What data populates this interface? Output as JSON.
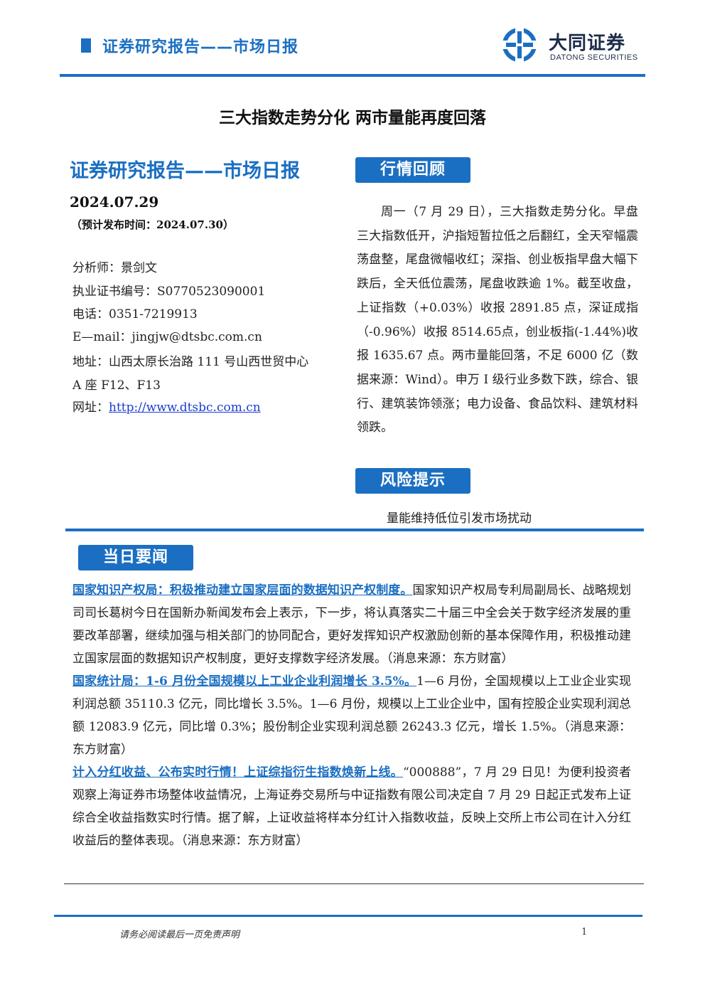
{
  "header": {
    "title": "证券研究报告——市场日报",
    "logo_cn": "大同证券",
    "logo_en": "DATONG SECURITIES",
    "brand_color": "#1b6fc2"
  },
  "main_title": "三大指数走势分化 两市量能再度回落",
  "left": {
    "title": "证券研究报告——市场日报",
    "date": "2024.07.29",
    "publish_time": "（预计发布时间：2024.07.30）",
    "analyst": "分析师：景剑文",
    "license": "执业证书编号：S0770523090001",
    "phone": "电话：0351-7219913",
    "email": "E—mail：jingjw@dtsbc.com.cn",
    "address_line1": "地址：山西太原长治路 111 号山西世贸中心",
    "address_line2": "A 座 F12、F13",
    "website_label": "网址：",
    "website_url": "http://www.dtsbc.com.cn"
  },
  "market_review": {
    "tag": "行情回顾",
    "text": "周一（7 月 29 日），三大指数走势分化。早盘三大指数低开，沪指短暂拉低之后翻红，全天窄幅震荡盘整，尾盘微幅收红；深指、创业板指早盘大幅下跌后，全天低位震荡，尾盘收跌逾 1%。截至收盘，上证指数（+0.03%）收报 2891.85 点，深证成指（-0.96%）收报 8514.65点，创业板指(-1.44%)收报 1635.67 点。两市量能回落，不足 6000 亿（数据来源：Wind）。申万 I 级行业多数下跌，综合、银行、建筑装饰领涨；电力设备、食品饮料、建筑材料领跌。"
  },
  "risk": {
    "tag": "风险提示",
    "text": "量能维持低位引发市场扰动"
  },
  "news": {
    "tag": "当日要闻",
    "items": [
      {
        "headline": "国家知识产权局：积极推动建立国家层面的数据知识产权制度。",
        "body": "国家知识产权局专利局副局长、战略规划司司长葛树今日在国新办新闻发布会上表示，下一步，将认真落实二十届三中全会关于数字经济发展的重要改革部署，继续加强与相关部门的协同配合，更好发挥知识产权激励创新的基本保障作用，积极推动建立国家层面的数据知识产权制度，更好支撑数字经济发展。（消息来源：东方财富）"
      },
      {
        "headline": "国家统计局：1-6 月份全国规模以上工业企业利润增长 3.5%。",
        "body": "1—6 月份，全国规模以上工业企业实现利润总额 35110.3 亿元，同比增长 3.5%。1—6 月份，规模以上工业企业中，国有控股企业实现利润总额 12083.9 亿元，同比增 0.3%；股份制企业实现利润总额 26243.3 亿元，增长 1.5%。（消息来源：东方财富）"
      },
      {
        "headline": "计入分红收益、公布实时行情！上证综指衍生指数焕新上线。",
        "body": "“000888”，7 月 29 日见！为便利投资者观察上海证券市场整体收益情况，上海证券交易所与中证指数有限公司决定自 7 月 29 日起正式发布上证综合全收益指数实时行情。据了解，上证收益将样本分红计入指数收益，反映上交所上市公司在计入分红收益后的整体表现。（消息来源：东方财富）"
      }
    ]
  },
  "footer": {
    "disclaimer": "请务必阅读最后一页免责声明",
    "page": "1"
  }
}
